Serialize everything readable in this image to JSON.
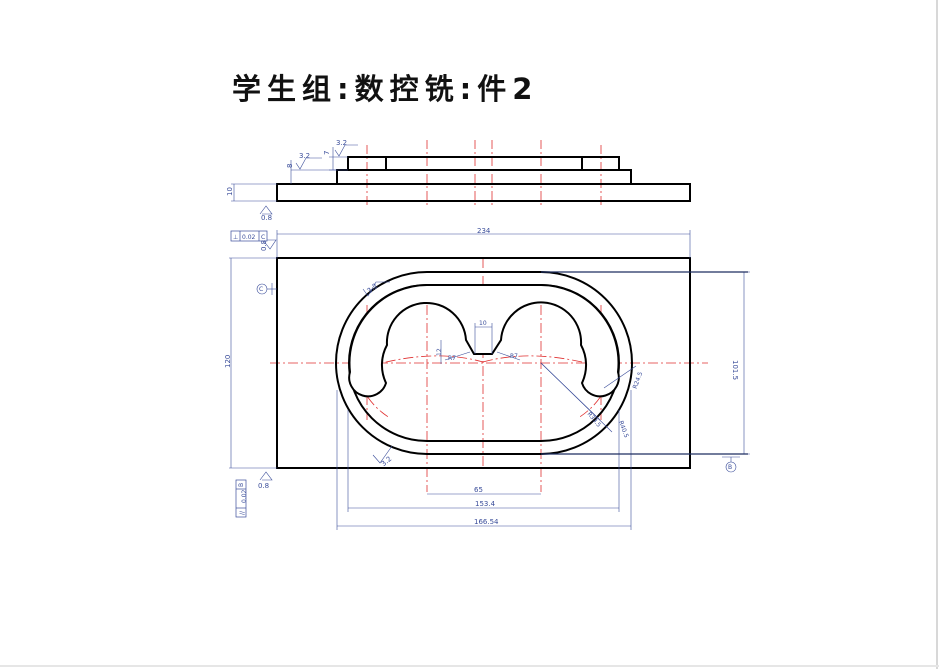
{
  "title": "学生组:数控铣:件2",
  "dimensions": {
    "overall_length": "234",
    "height": "120",
    "pocket_height": "101.5",
    "inner_span": "65",
    "span_153": "153.4",
    "span_166": "166.54",
    "top_gap": "10",
    "depth_12": "12",
    "r7_left": "R7",
    "r7_right": "R7",
    "r38": "R33.5",
    "r40": "R40.5",
    "r24": "R24.5",
    "thickness_10": "10",
    "step_8": "8",
    "step_7": "7"
  },
  "roughness": {
    "r1": "3.2",
    "r2": "3.2",
    "r3": "0.8",
    "r4": "0.8",
    "r5": "3.2",
    "r6": "3.2",
    "r7": "0.8"
  },
  "tolerances": {
    "perpendicularity_value": "0.02",
    "perpendicularity_datum": "C",
    "parallelism_value": "0.02",
    "parallelism_datum": "B"
  },
  "datums": {
    "c": "C",
    "b": "B"
  },
  "colors": {
    "outline": "#000000",
    "dimension": "#3a4d9a",
    "centerline": "#e03030"
  }
}
